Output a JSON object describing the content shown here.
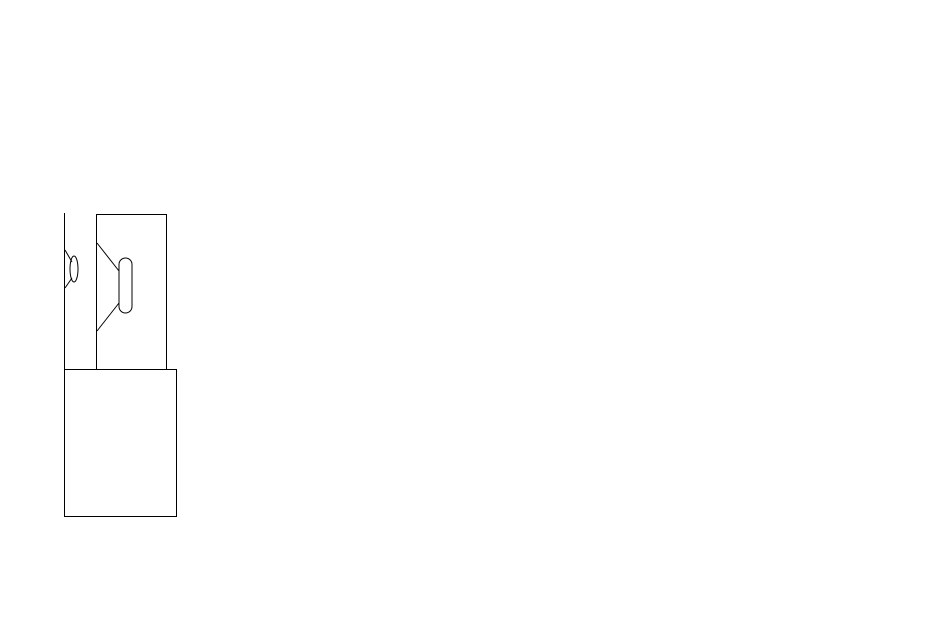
{
  "diagram": {
    "background": "#ffffff",
    "stroke_color": "#000000",
    "elements": [
      "left-wall-line",
      "left-speaker-lens",
      "left-speaker-cone",
      "cabinet-upper",
      "speaker-cone",
      "speaker-lens",
      "base-box"
    ]
  }
}
